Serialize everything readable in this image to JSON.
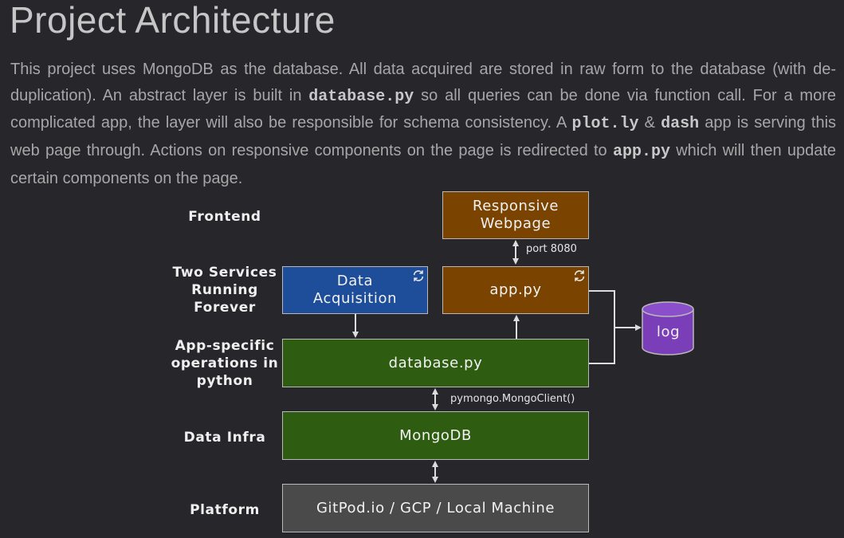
{
  "header": {
    "title": "Project Architecture"
  },
  "intro": {
    "t1": "This project uses MongoDB as the database. All data acquired are stored in raw form to the database (with de-duplication). An abstract layer is built in ",
    "code1": "database.py",
    "t2": " so all queries can be done via function call. For a more complicated app, the layer will also be responsible for schema consistency. A ",
    "code2": "plot.ly",
    "t3": " & ",
    "code3": "dash",
    "t4": " app is serving this web page through. Actions on responsive components on the page is redirected to ",
    "code4": "app.py",
    "t5": " which will then update certain components on the page."
  },
  "diagram": {
    "rows": {
      "frontend": "Frontend",
      "services": "Two Services Running Forever",
      "app_ops": "App-specific operations in python",
      "data_infra": "Data Infra",
      "platform": "Platform"
    },
    "nodes": {
      "webpage": "Responsive Webpage",
      "data_acquisition": "Data Acquisition",
      "app_py": "app.py",
      "database_py": "database.py",
      "mongodb": "MongoDB",
      "platform": "GitPod.io / GCP / Local Machine",
      "log": "log"
    },
    "edge_labels": {
      "port": "port 8080",
      "mongo_client": "pymongo.MongoClient()"
    },
    "colors": {
      "frontend_service": "#7a4300",
      "acquisition": "#1e4d99",
      "python_data": "#2e5d12",
      "platform": "#4a4a4a",
      "log": "#7a3fb8"
    },
    "icons": {
      "running": "sync-icon"
    }
  }
}
